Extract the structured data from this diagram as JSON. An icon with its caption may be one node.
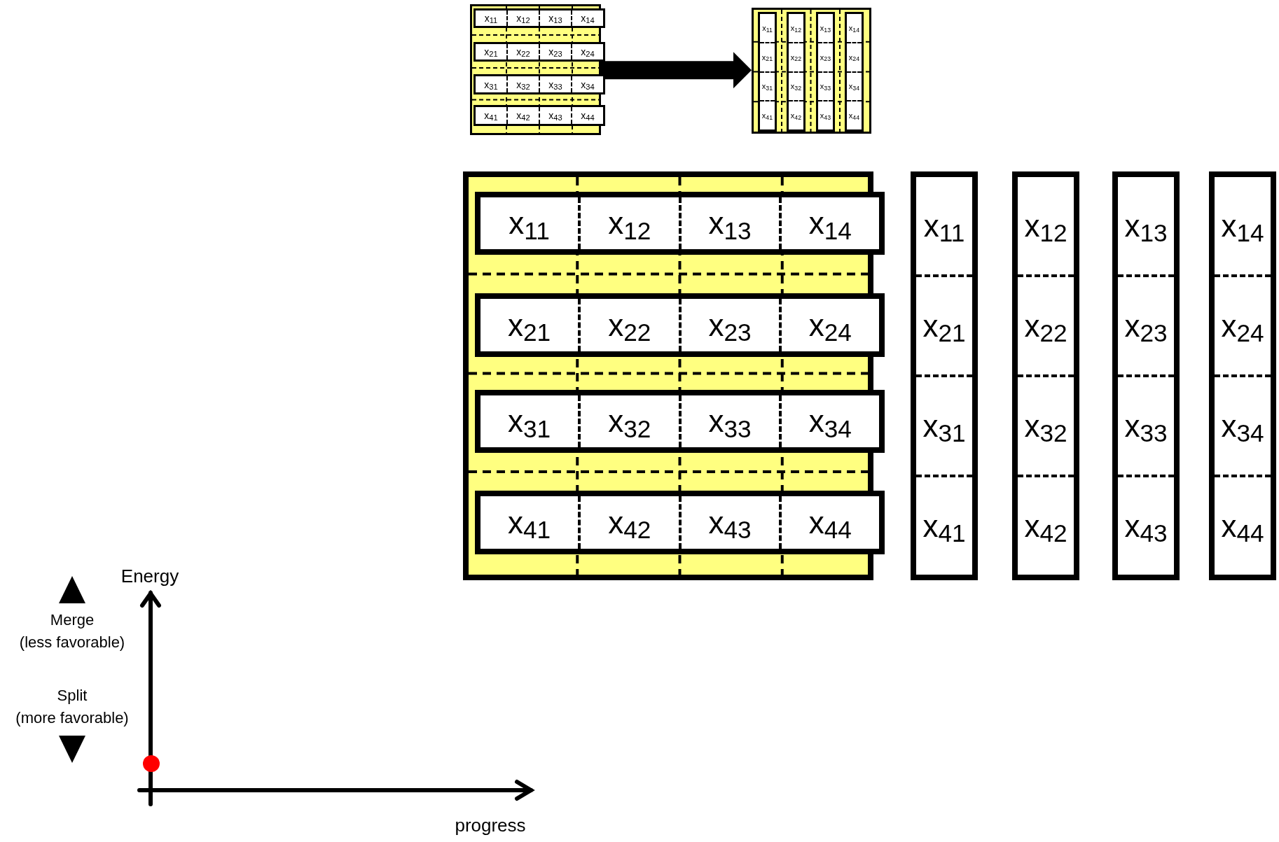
{
  "diagram": {
    "nodes": [
      {
        "text": [],
        "shape": "box"
      },
      {
        "text": [
          "x$_{11}$",
          "x$_{12}$",
          "x$_{13}$",
          "x$_{14}$"
        ],
        "in": 0
      },
      {
        "text": [
          "x$_{21}$",
          "x$_{22}$",
          "x$_{23}$",
          "x$_{24}$"
        ],
        "in": 0
      },
      {
        "text": [
          "x$_{31}$",
          "x$_{32}$",
          "x$_{33}$",
          "x$_{34}$"
        ],
        "in": 0
      },
      {
        "text": [
          "x$_{41}$",
          "x$_{42}$",
          "x$_{43}$",
          "x$_{44}$"
        ],
        "in": 0
      },
      {
        "text": [],
        "shape": "box"
      },
      {
        "text": [
          "x$_{11}$",
          "x$_{21}$",
          "x$_{31}$",
          "x$_{41}$"
        ],
        "in": 5
      },
      {
        "text": [
          "x$_{12}$",
          "x$_{22}$",
          "x$_{32}$",
          "x$_{42}$"
        ],
        "in": 5
      },
      {
        "text": [
          "x$_{13}$",
          "x$_{23}$",
          "x$_{33}$",
          "x$_{43}$"
        ],
        "in": 5
      },
      {
        "text": [
          "x$_{14}$",
          "x$_{24}$",
          "x$_{34}$",
          "x$_{44}$"
        ],
        "in": 5
      },
      {
        "text": [],
        "shape": "box"
      },
      {
        "text": [
          "x$_{11}$",
          "x$_{12}$",
          "x$_{13}$",
          "x$_{14}$"
        ],
        "in": 10
      },
      {
        "text": [
          "x$_{21}$",
          "x$_{22}$",
          "x$_{23}$",
          "x$_{24}$"
        ],
        "in": 10
      },
      {
        "text": [
          "x$_{31}$",
          "x$_{32}$",
          "x$_{33}$",
          "x$_{34}$"
        ],
        "in": 10
      },
      {
        "text": [
          "x$_{41}$",
          "x$_{42}$",
          "x$_{43}$",
          "x$_{44}$"
        ],
        "in": 10
      },
      {
        "text": [
          "x$_{11}$",
          "x$_{21}$",
          "x$_{31}$",
          "x$_{41}$"
        ]
      },
      {
        "text": [
          "x$_{12}$",
          "x$_{22}$",
          "x$_{32}$",
          "x$_{42}$"
        ]
      },
      {
        "text": [
          "x$_{13}$",
          "x$_{23}$",
          "x$_{33}$",
          "x$_{43}$"
        ]
      },
      {
        "text": [
          "x$_{14}$",
          "x$_{24}$",
          "x$_{34}$",
          "x$_{44}$"
        ]
      }
    ],
    "edges": [
      {
        "from": 0,
        "to": 5,
        "arrow": "to"
      }
    ],
    "labels": [
      "Energy",
      "Merge (less favorable)",
      "Split (more favorable)",
      "progress"
    ]
  }
}
